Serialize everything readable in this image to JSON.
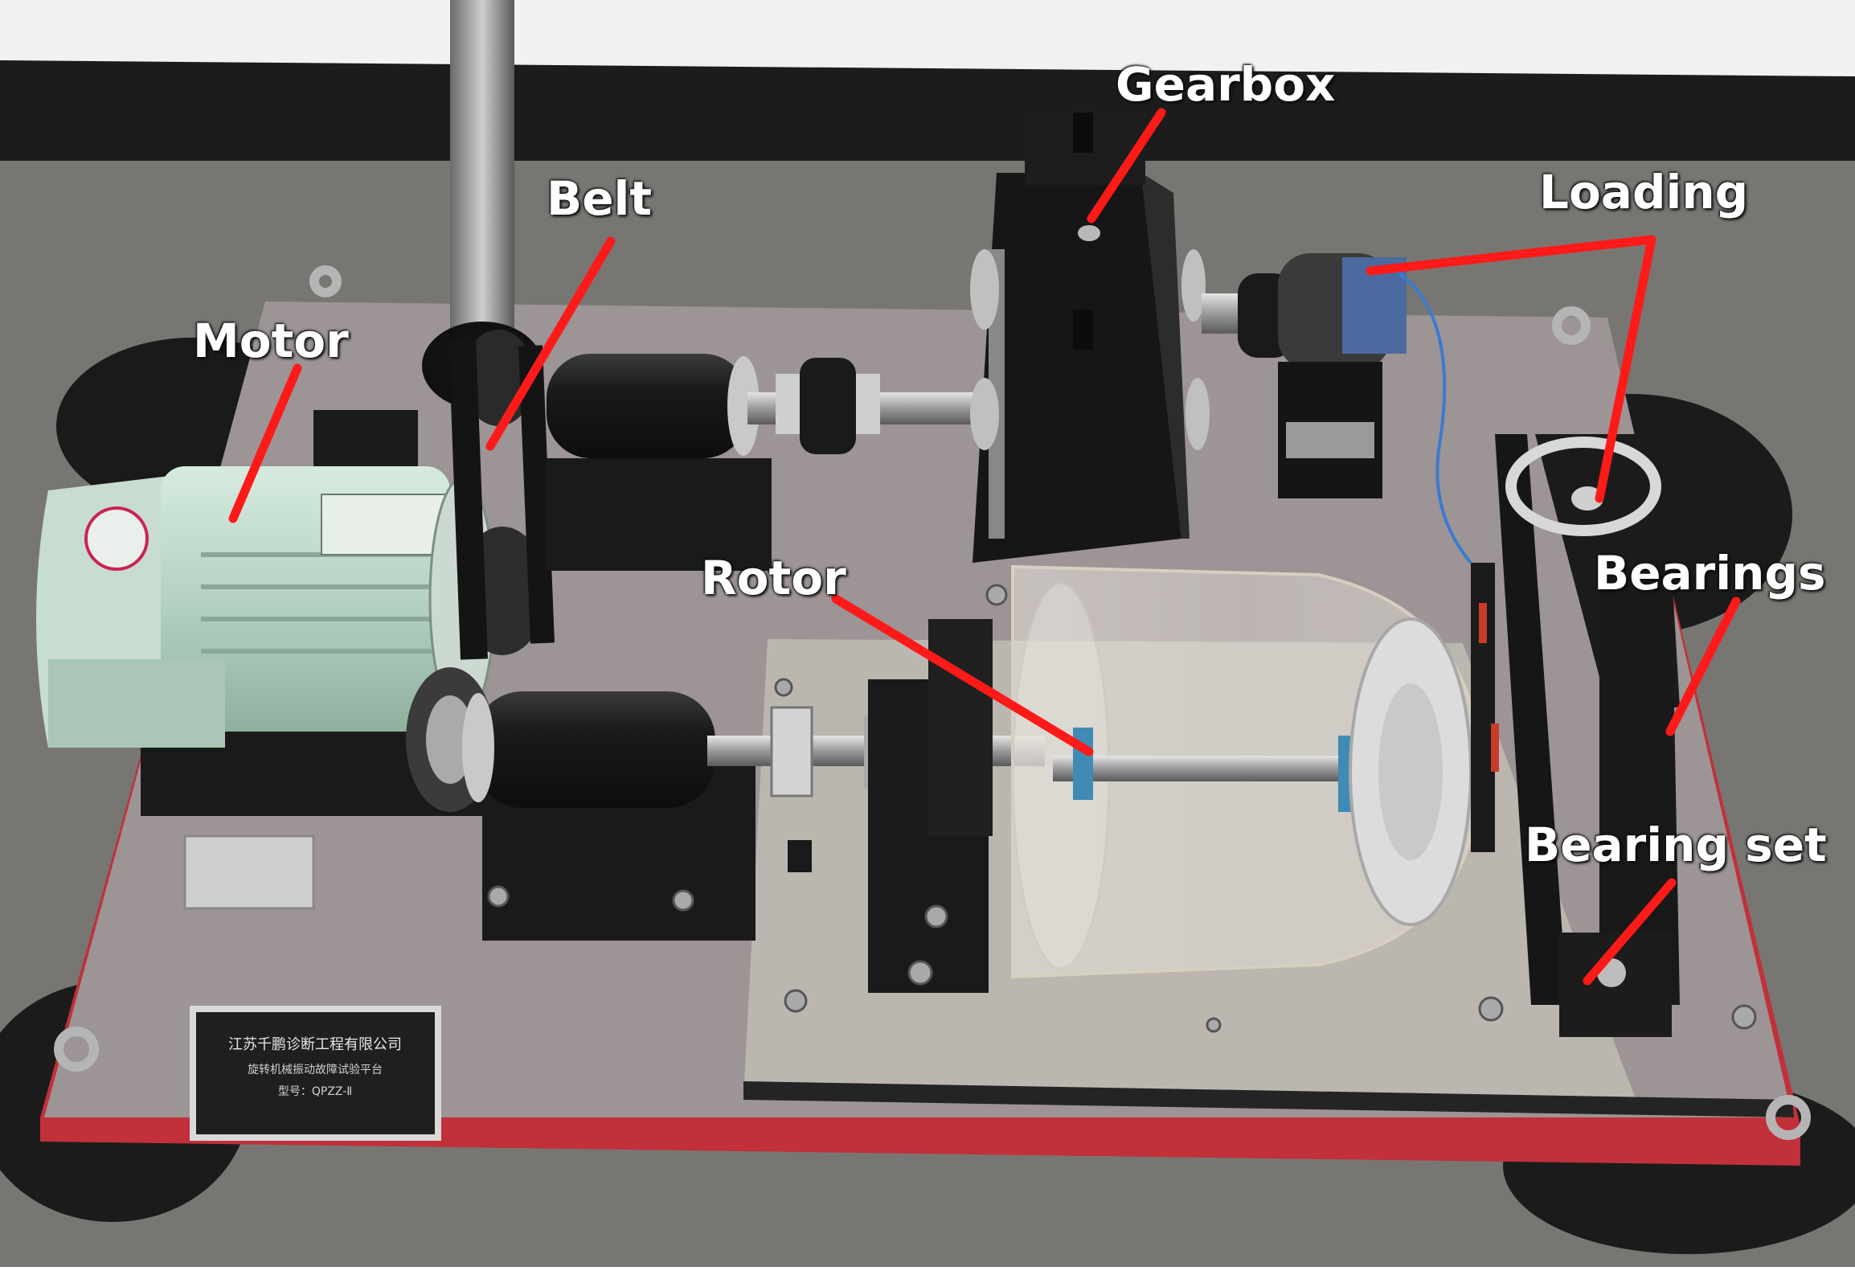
{
  "labels": {
    "gearbox": "Gearbox",
    "belt": "Belt",
    "loading": "Loading",
    "motor": "Motor",
    "rotor": "Rotor",
    "bearings": "Bearings",
    "bearing_set": "Bearing set"
  },
  "colors": {
    "label_text": "#ffffff",
    "pointer_line": "#ff1a1a",
    "floor": "#7c7b76",
    "wall": "#f2f2f0",
    "baseboard": "#1b1b1b",
    "base_plate": "#9e9596",
    "plate_edge": "#c0303a",
    "machine_black": "#1c1c1e",
    "motor_green": "#b9d6c5"
  },
  "nameplate": {
    "line1": "江苏千鹏诊断工程有限公司",
    "line2": "旋转机械振动故障试验平台",
    "line3": "型号：QPZZ-Ⅱ"
  }
}
